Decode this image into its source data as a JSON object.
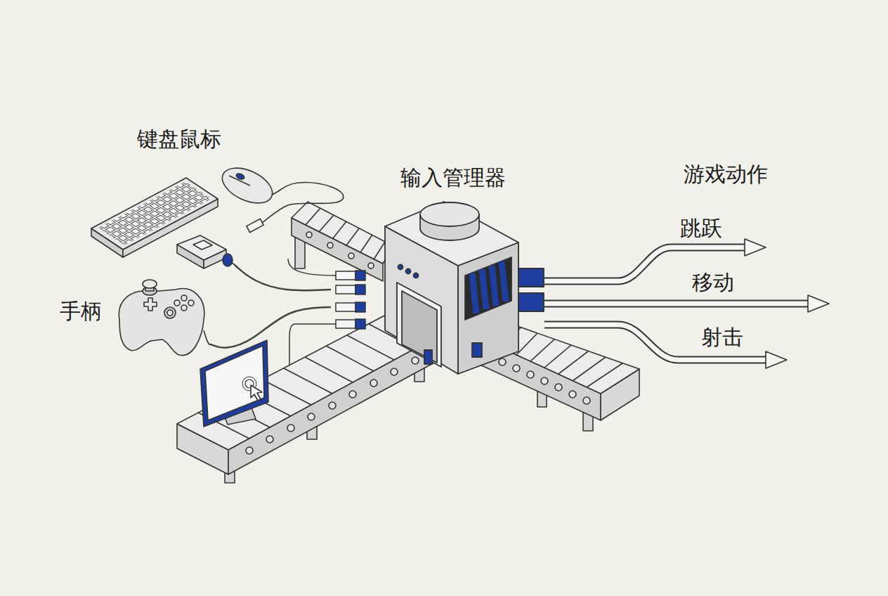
{
  "diagram": {
    "nodes": [
      {
        "text": [
          "键盘鼠标"
        ]
      },
      {
        "text": [
          "手柄"
        ]
      },
      {
        "text": [
          "输入管理器"
        ]
      }
    ],
    "edges": [
      {
        "from": 0,
        "to": 2,
        "arrow": "none"
      },
      {
        "from": 1,
        "to": 2,
        "arrow": "none"
      }
    ],
    "labels": [
      "游戏动作",
      "跳跃",
      "移动",
      "射击"
    ]
  }
}
